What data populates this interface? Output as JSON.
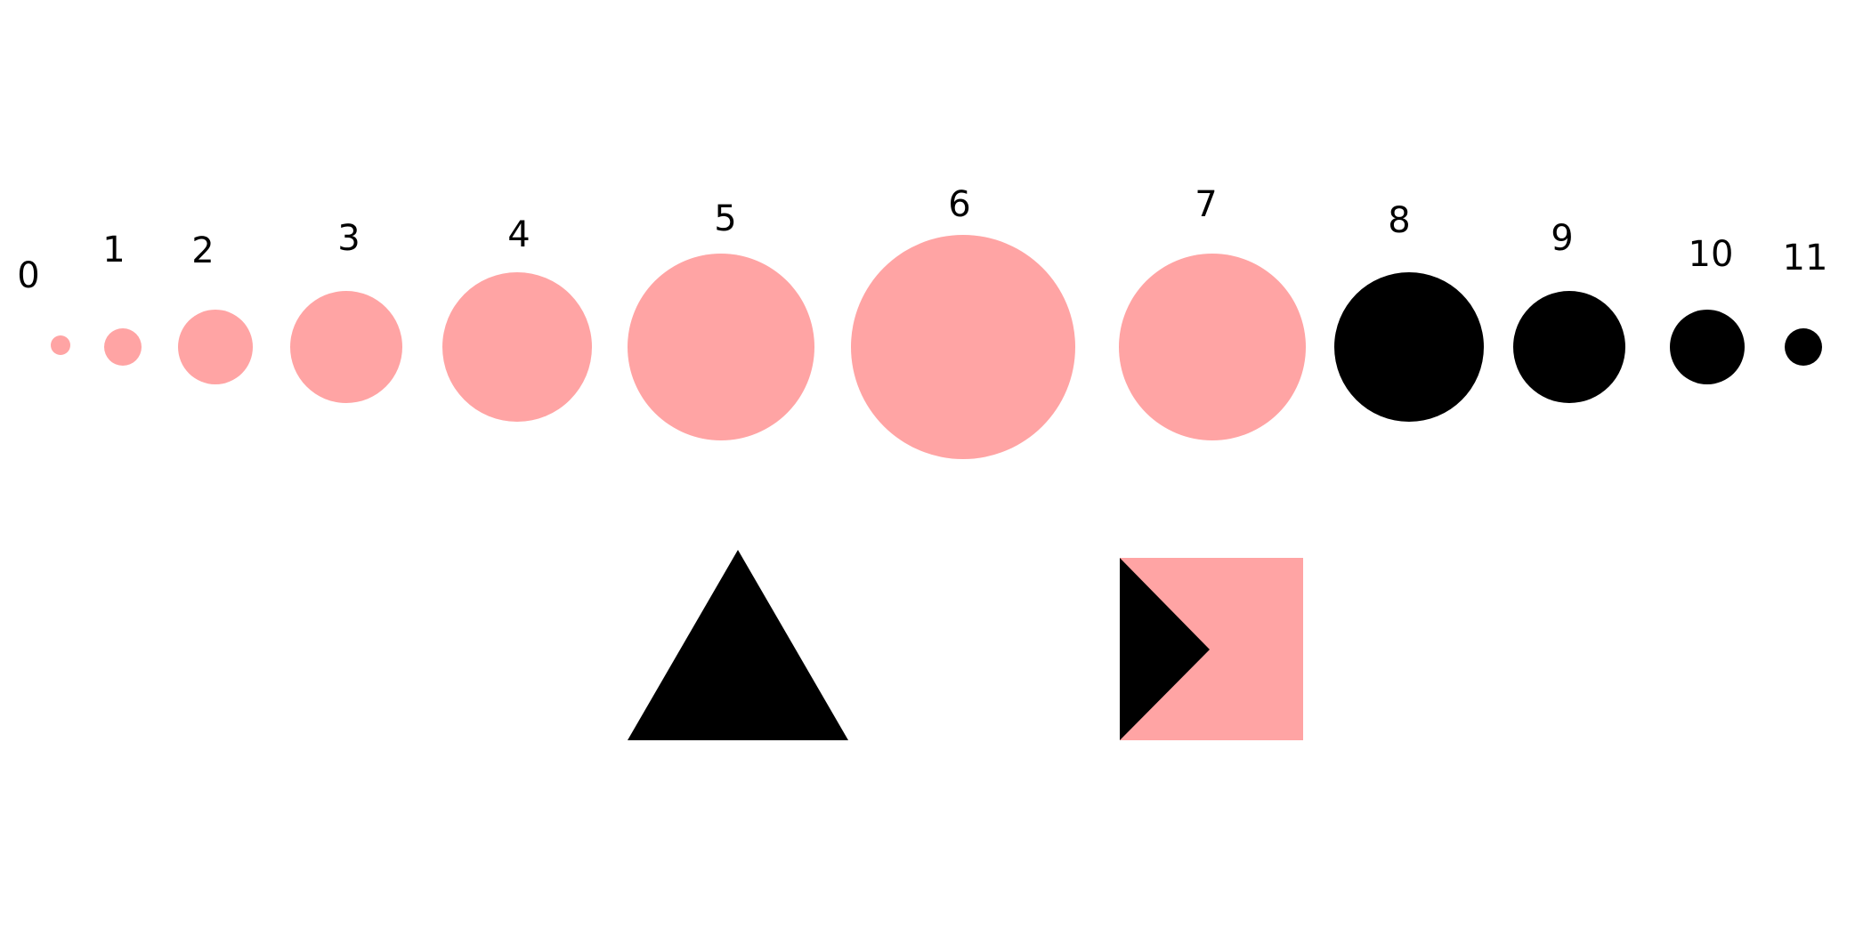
{
  "colors": {
    "pink": "#ffa4a4",
    "black": "#000000",
    "background": "#ffffff"
  },
  "sequence": [
    {
      "label": "0",
      "fill": "pink"
    },
    {
      "label": "1",
      "fill": "pink"
    },
    {
      "label": "2",
      "fill": "pink"
    },
    {
      "label": "3",
      "fill": "pink"
    },
    {
      "label": "4",
      "fill": "pink"
    },
    {
      "label": "5",
      "fill": "pink"
    },
    {
      "label": "6",
      "fill": "pink"
    },
    {
      "label": "7",
      "fill": "pink"
    },
    {
      "label": "8",
      "fill": "black"
    },
    {
      "label": "9",
      "fill": "black"
    },
    {
      "label": "10",
      "fill": "black"
    },
    {
      "label": "11",
      "fill": "black"
    }
  ],
  "shapes": {
    "triangle": {
      "fill": "black"
    },
    "square": {
      "fill": "pink",
      "notch_fill": "black"
    }
  }
}
